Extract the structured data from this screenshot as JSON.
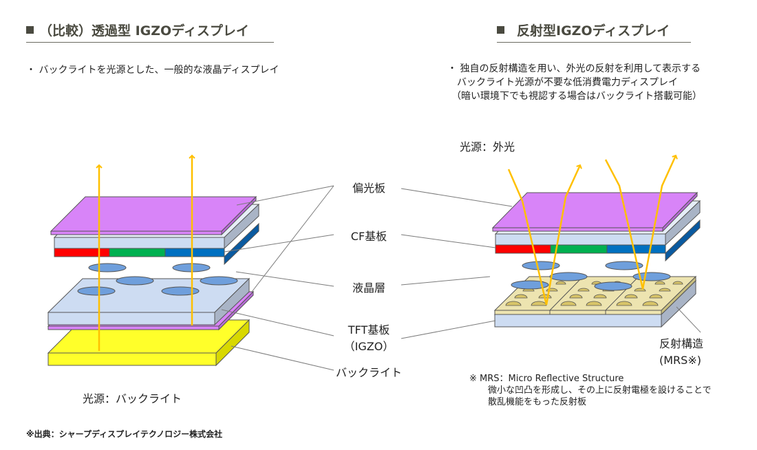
{
  "left": {
    "heading": "（比較）透過型 IGZOディスプレイ",
    "description": "・ バックライトを光源とした、一般的な液晶ディスプレイ",
    "light_source": "光源：バックライト"
  },
  "right": {
    "heading": "反射型IGZOディスプレイ",
    "description": [
      "・ 独自の反射構造を用い、外光の反射を利用して表示する",
      "バックライト光源が不要な低消費電力ディスプレイ",
      "（暗い環境下でも視認する場合はバックライト搭載可能）"
    ],
    "light_source": "光源：外光",
    "mrs_label": [
      "反射構造",
      "(MRS※)"
    ],
    "footnote": [
      "※  MRS：Micro Reflective Structure",
      "微小な凹凸を形成し、その上に反射電極を設けることで",
      "散乱機能をもった反射板"
    ]
  },
  "center_labels": {
    "polarizer": "偏光板",
    "cf_substrate": "CF基板",
    "liquid_crystal": "液晶層",
    "tft_substrate": "TFT基板",
    "tft_igzo": "（IGZO）",
    "backlight": "バックライト"
  },
  "source_credit": "※出典：シャープディスプレイテクノロジー株式会社",
  "colors": {
    "polarizer": "#d884f8",
    "substrate": "#cddcf2",
    "substrate_side": "#a9b4c6",
    "cf_red": "#ff0000",
    "cf_green": "#00b050",
    "cf_blue": "#0070c0",
    "cf_side": "#0a5aa0",
    "lc_molecule": "#6f9fdc",
    "backlight": "#ffff2a",
    "backlight_side": "#d8d800",
    "mrs": "#ede4b0",
    "mrs_bump": "#d8c468",
    "light_ray": "#ffc000",
    "leader_line": "#7a7a7a"
  }
}
